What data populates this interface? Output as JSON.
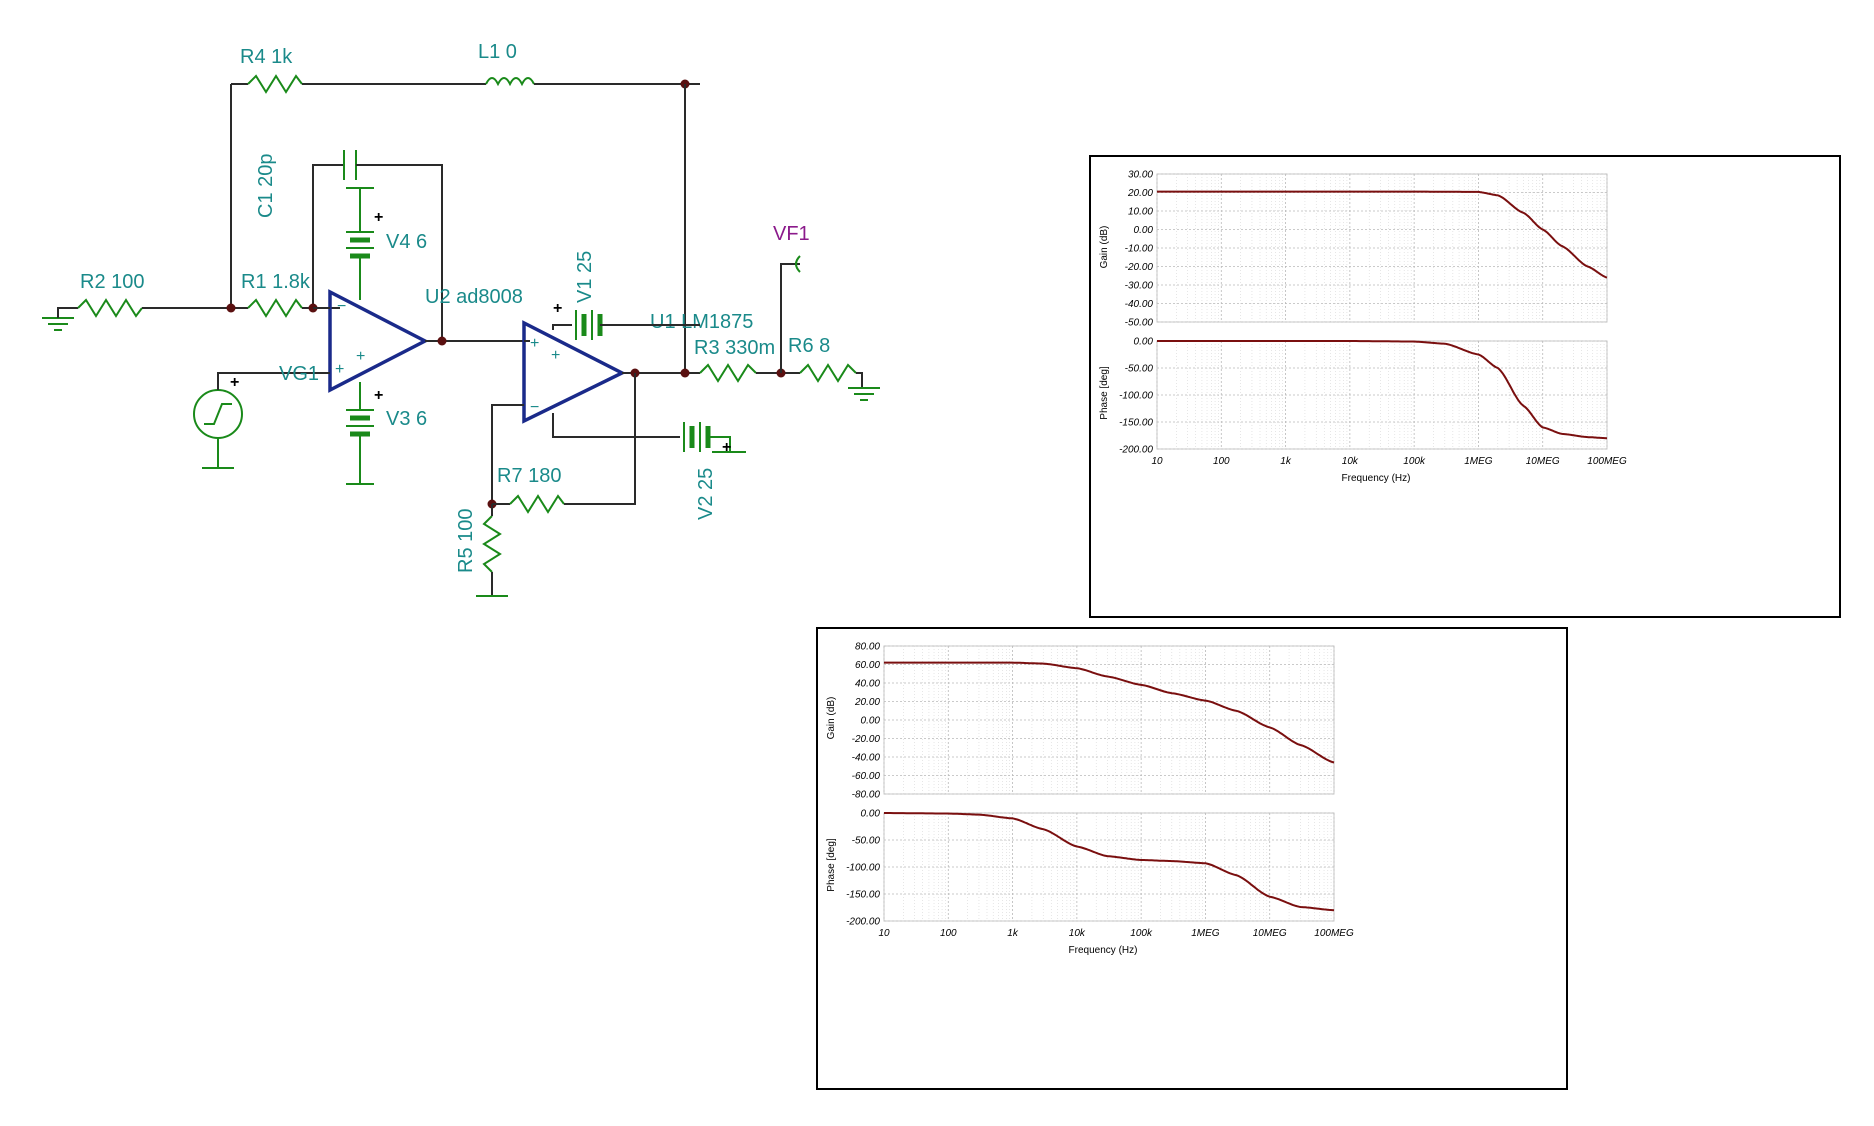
{
  "schematic": {
    "labels": {
      "R4": "R4 1k",
      "L1": "L1 0",
      "C1": "C1 20p",
      "V4": "V4 6",
      "R2": "R2 100",
      "R1": "R1 1.8k",
      "U2": "U2 ad8008",
      "V1": "V1 25",
      "U1": "U1 LM1875",
      "VF1": "VF1",
      "R3": "R3 330m",
      "R6": "R6 8",
      "VG1": "VG1",
      "V3": "V3 6",
      "R7": "R7 180",
      "R5": "R5 100",
      "V2": "V2 25"
    },
    "pin_minus": "−",
    "pin_plus": "+",
    "supply_plus": "+"
  },
  "charts": [
    {
      "id": "closed-loop",
      "gain": {
        "ylabel": "Gain (dB)",
        "yticks": [
          "30.00",
          "20.00",
          "10.00",
          "0.00",
          "-10.00",
          "-20.00",
          "-30.00",
          "-40.00",
          "-50.00"
        ],
        "ylim": [
          -50,
          30
        ]
      },
      "phase": {
        "ylabel": "Phase [deg]",
        "yticks": [
          "0.00",
          "-50.00",
          "-100.00",
          "-150.00",
          "-200.00"
        ],
        "ylim": [
          -200,
          0
        ]
      },
      "xticks": [
        "10",
        "100",
        "1k",
        "10k",
        "100k",
        "1MEG",
        "10MEG",
        "100MEG"
      ],
      "xlabel": "Frequency (Hz)",
      "trace_color": "#7a0f0f"
    },
    {
      "id": "open-loop",
      "gain": {
        "ylabel": "Gain (dB)",
        "yticks": [
          "80.00",
          "60.00",
          "40.00",
          "20.00",
          "0.00",
          "-20.00",
          "-40.00",
          "-60.00",
          "-80.00"
        ],
        "ylim": [
          -80,
          80
        ]
      },
      "phase": {
        "ylabel": "Phase [deg]",
        "yticks": [
          "0.00",
          "-50.00",
          "-100.00",
          "-150.00",
          "-200.00"
        ],
        "ylim": [
          -200,
          0
        ]
      },
      "xticks": [
        "10",
        "100",
        "1k",
        "10k",
        "100k",
        "1MEG",
        "10MEG",
        "100MEG"
      ],
      "xlabel": "Frequency (Hz)",
      "trace_color": "#7a0f0f"
    }
  ],
  "chart_data": [
    {
      "type": "line",
      "title": "",
      "xlabel": "Frequency (Hz)",
      "ylabel": "Gain (dB)",
      "xscale": "log",
      "xlim": [
        10,
        100000000
      ],
      "ylim": [
        -50,
        30
      ],
      "grid": true,
      "series": [
        {
          "x": [
            10,
            100,
            1000,
            10000,
            100000,
            1000000,
            2000000,
            5000000,
            10000000,
            20000000,
            50000000,
            100000000
          ],
          "values": [
            20.5,
            20.5,
            20.5,
            20.5,
            20.5,
            20.3,
            18.5,
            9,
            0,
            -9,
            -20,
            -26
          ]
        }
      ]
    },
    {
      "type": "line",
      "title": "",
      "xlabel": "Frequency (Hz)",
      "ylabel": "Phase [deg]",
      "xscale": "log",
      "xlim": [
        10,
        100000000
      ],
      "ylim": [
        -200,
        0
      ],
      "grid": true,
      "series": [
        {
          "x": [
            10,
            100,
            1000,
            10000,
            100000,
            300000,
            1000000,
            2000000,
            5000000,
            10000000,
            20000000,
            50000000,
            100000000
          ],
          "values": [
            0,
            0,
            0,
            0,
            -1,
            -5,
            -25,
            -50,
            -120,
            -160,
            -172,
            -178,
            -180
          ]
        }
      ]
    },
    {
      "type": "line",
      "title": "",
      "xlabel": "Frequency (Hz)",
      "ylabel": "Gain (dB)",
      "xscale": "log",
      "xlim": [
        10,
        100000000
      ],
      "ylim": [
        -80,
        80
      ],
      "grid": true,
      "series": [
        {
          "x": [
            10,
            100,
            1000,
            3000,
            10000,
            30000,
            100000,
            300000,
            1000000,
            3000000,
            10000000,
            30000000,
            100000000
          ],
          "values": [
            62,
            62,
            62,
            61,
            56,
            47,
            38,
            29,
            21,
            10,
            -8,
            -27,
            -46
          ]
        }
      ]
    },
    {
      "type": "line",
      "title": "",
      "xlabel": "Frequency (Hz)",
      "ylabel": "Phase [deg]",
      "xscale": "log",
      "xlim": [
        10,
        100000000
      ],
      "ylim": [
        -200,
        0
      ],
      "grid": true,
      "series": [
        {
          "x": [
            10,
            100,
            300,
            1000,
            3000,
            10000,
            30000,
            100000,
            300000,
            1000000,
            3000000,
            10000000,
            30000000,
            100000000
          ],
          "values": [
            0,
            -1,
            -3,
            -10,
            -30,
            -62,
            -80,
            -87,
            -89,
            -93,
            -115,
            -155,
            -174,
            -180
          ]
        }
      ]
    }
  ]
}
